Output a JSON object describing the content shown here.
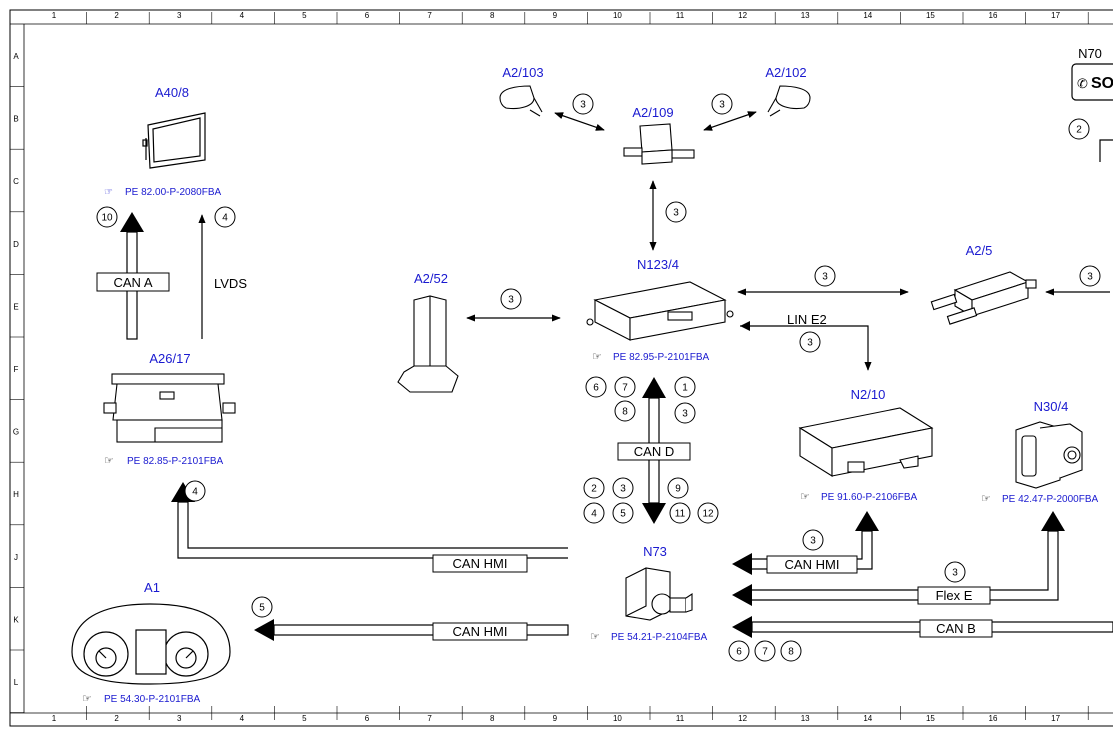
{
  "grid": {
    "columns": [
      "1",
      "2",
      "3",
      "4",
      "5",
      "6",
      "7",
      "8",
      "9",
      "10",
      "11",
      "12",
      "13",
      "14",
      "15",
      "16",
      "17"
    ],
    "rows": [
      "A",
      "B",
      "C",
      "D",
      "E",
      "F",
      "G",
      "H",
      "J",
      "K",
      "L"
    ]
  },
  "components": {
    "a40_8": "A40/8",
    "a26_17": "A26/17",
    "a1": "A1",
    "a2_103": "A2/103",
    "a2_102": "A2/102",
    "a2_109": "A2/109",
    "a2_52": "A2/52",
    "n123_4": "N123/4",
    "n73": "N73",
    "n2_10": "N2/10",
    "a2_5": "A2/5",
    "n30_4": "N30/4",
    "n70": "N70"
  },
  "references": {
    "a40_8": "PE 82.00-P-2080FBA",
    "a26_17": "PE 82.85-P-2101FBA",
    "a1": "PE 54.30-P-2101FBA",
    "n123_4": "PE 82.95-P-2101FBA",
    "n73": "PE 54.21-P-2104FBA",
    "n2_10": "PE 91.60-P-2106FBA",
    "n30_4": "PE 42.47-P-2000FBA"
  },
  "buses": {
    "can_a": "CAN A",
    "lvds": "LVDS",
    "can_d": "CAN D",
    "lin_e2": "LIN E2",
    "can_hmi_1": "CAN HMI",
    "can_hmi_2": "CAN HMI",
    "can_hmi_3": "CAN HMI",
    "flex_e": "Flex E",
    "can_b": "CAN B"
  },
  "numbers": {
    "a40_in": "10",
    "a40_lvds": "4",
    "mir_left": "3",
    "mir_right": "3",
    "a2_109_down": "3",
    "a2_52_link": "3",
    "a2_5_link": "3",
    "lin_e2": "3",
    "a2_5_right": "3",
    "n70": "2",
    "cand_up_1": "6",
    "cand_up_2": "7",
    "cand_up_3": "8",
    "cand_up_4": "1",
    "cand_up_5": "3",
    "cand_dn_1": "2",
    "cand_dn_2": "3",
    "cand_dn_3": "4",
    "cand_dn_4": "5",
    "cand_dn_5": "9",
    "cand_dn_6": "11",
    "cand_dn_7": "12",
    "a26_in": "4",
    "a1_in": "5",
    "canhmi_right": "3",
    "flexe": "3",
    "canb_1": "6",
    "canb_2": "7",
    "canb_3": "8"
  },
  "n70_badge": "SO"
}
